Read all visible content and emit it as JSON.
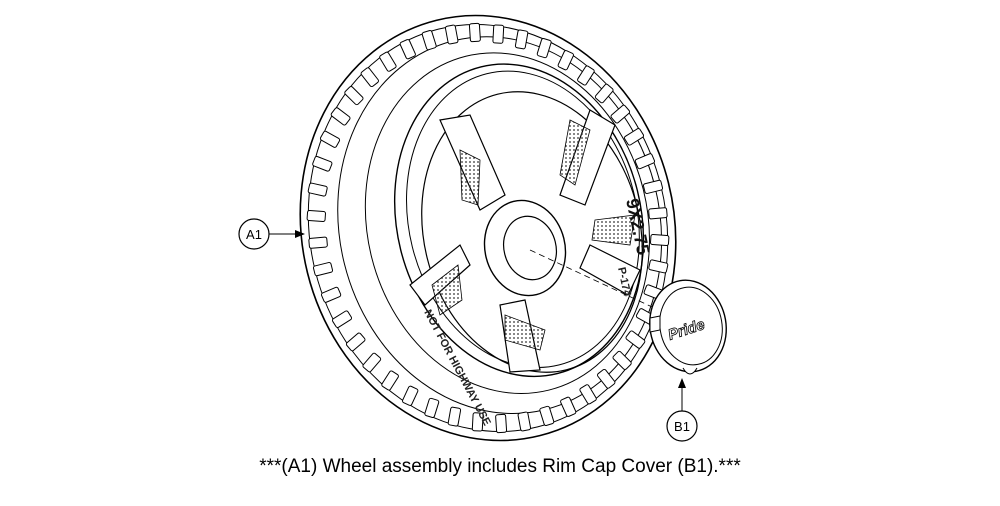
{
  "callouts": {
    "a1": "A1",
    "b1": "B1"
  },
  "tire_markings": {
    "size": "9X2.75",
    "code": "P-174",
    "warning": "NOT FOR HIGHWAY USE"
  },
  "cap": {
    "logo": "Pride"
  },
  "caption": "***(A1) Wheel assembly includes Rim Cap Cover (B1).***"
}
